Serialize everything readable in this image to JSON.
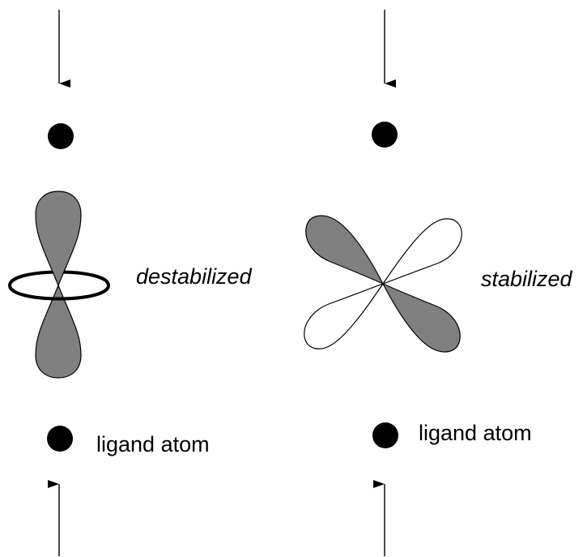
{
  "colors": {
    "lobe_shaded": "#808080",
    "lobe_clear": "#ffffff",
    "outline": "#000000"
  },
  "left_panel": {
    "state_label": "destabilized",
    "ligand_label": "ligand atom",
    "orbital": "dz2-lobes-with-torus"
  },
  "right_panel": {
    "state_label": "stabilized",
    "ligand_label": "ligand atom",
    "orbital": "four-lobe-d-orbital"
  }
}
